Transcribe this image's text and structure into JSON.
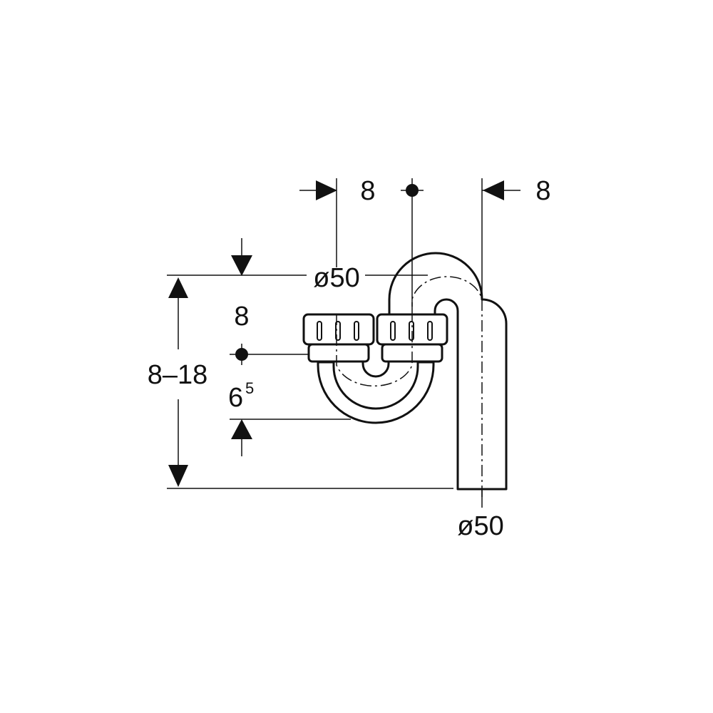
{
  "colors": {
    "line": "#111111",
    "fill": "#ffffff"
  },
  "dimensions": {
    "top_left_offset": "8",
    "top_right_offset": "8",
    "inlet_diameter": "ø50",
    "inlet_vertical_offset": "8",
    "overall_height_range": "8–18",
    "trap_depth_main": "6",
    "trap_depth_sup": "5",
    "outlet_diameter": "ø50"
  },
  "icons": [
    "arrow-right-icon",
    "arrow-left-icon",
    "arrow-down-icon",
    "arrow-up-icon",
    "center-point-icon"
  ]
}
